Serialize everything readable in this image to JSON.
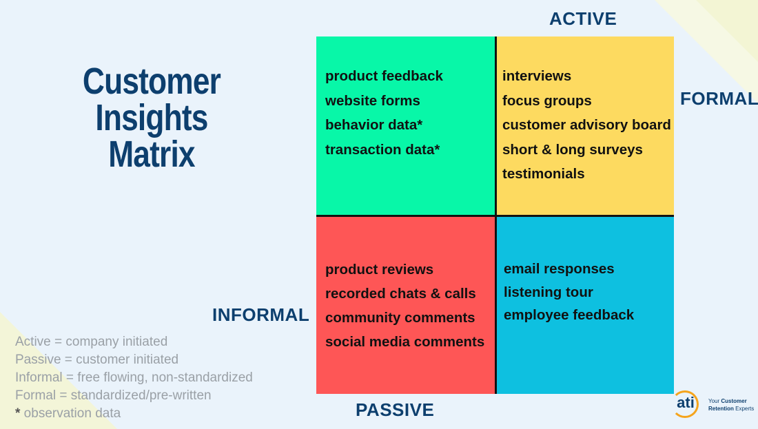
{
  "title": [
    "Customer",
    "Insights",
    "Matrix"
  ],
  "axes": {
    "top": "ACTIVE",
    "right": "FORMAL",
    "left": "INFORMAL",
    "bottom": "PASSIVE"
  },
  "quadrants": {
    "top_left": {
      "color": "#08f7a8",
      "items": [
        "product feedback",
        "website forms",
        "behavior data*",
        "transaction data*"
      ]
    },
    "top_right": {
      "color": "#fdda60",
      "items": [
        "interviews",
        "focus groups",
        "customer advisory board",
        "short & long surveys",
        "testimonials"
      ]
    },
    "bottom_left": {
      "color": "#fe5656",
      "items": [
        "product reviews",
        "recorded chats & calls",
        "community comments",
        "social media comments"
      ]
    },
    "bottom_right": {
      "color": "#0ec0e0",
      "items": [
        "email responses",
        "listening tour",
        "employee feedback"
      ]
    }
  },
  "legend": {
    "active": "Active = company initiated",
    "passive": "Passive = customer initiated",
    "informal": "Informal = free flowing, non-standardized",
    "formal": "Formal = standardized/pre-written",
    "star_symbol": "*",
    "star_text": " observation data"
  },
  "logo": {
    "mark": "ati",
    "tag_prefix": "Your ",
    "tag_bold1": "Customer",
    "tag_bold2": "Retention",
    "tag_suffix": " Experts"
  },
  "colors": {
    "title": "#0d3f6e",
    "background": "#eaf3fb",
    "logo_accent": "#f5a41c"
  }
}
